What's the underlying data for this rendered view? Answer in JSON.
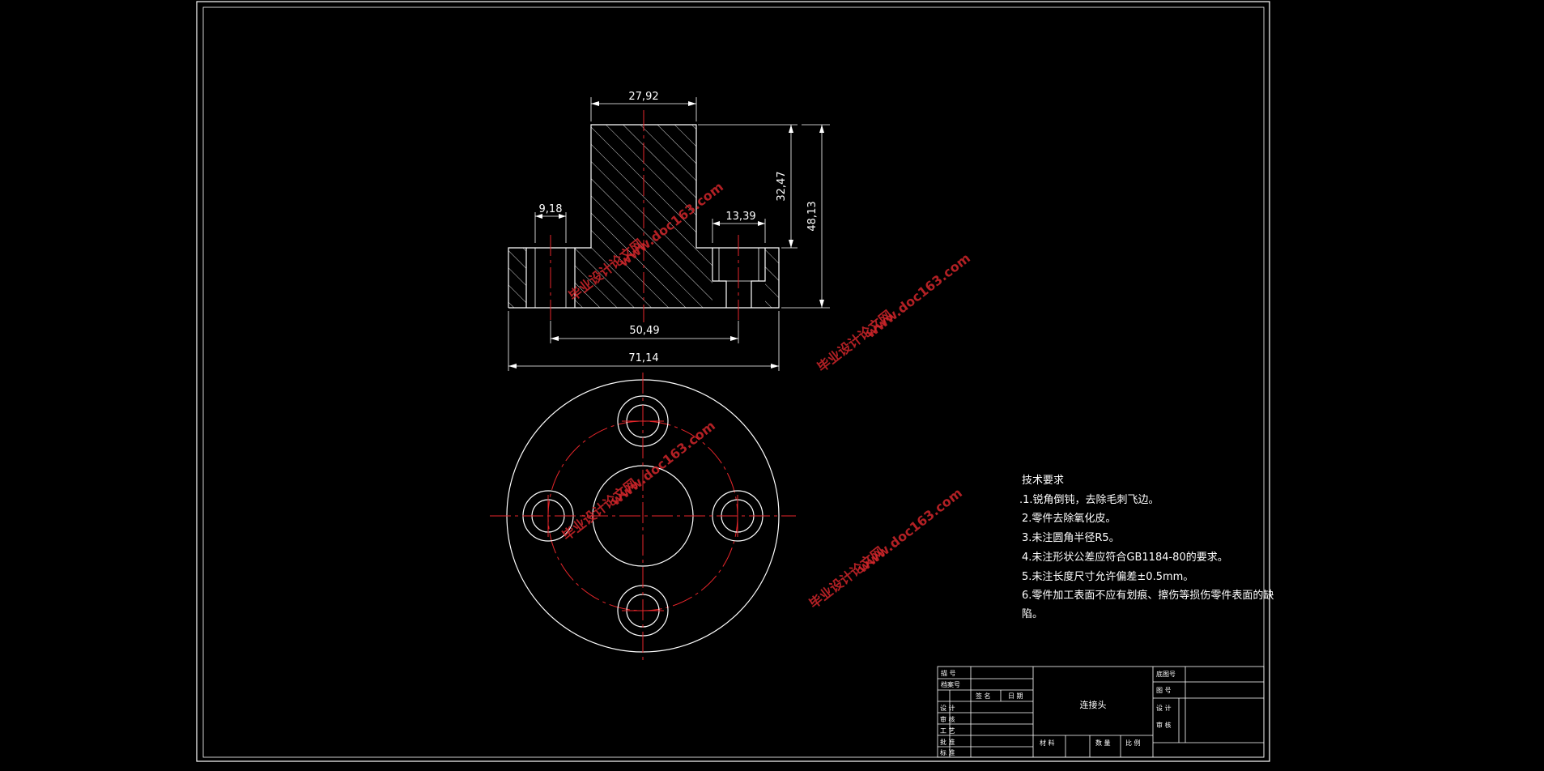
{
  "dimensions": {
    "top_width": "27,92",
    "hole_dia_left": "9,18",
    "counterbore_right": "13,39",
    "step_height": "32,47",
    "total_height": "48,13",
    "hole_spacing": "50,49",
    "overall_width": "71,14"
  },
  "notes": {
    "heading": "技术要求",
    "items": [
      ".1.锐角倒钝，去除毛刺飞边。",
      "2.零件去除氧化皮。",
      "3.未注圆角半径R5。",
      "4.未注形状公差应符合GB1184-80的要求。",
      "5.未注长度尺寸允许偏差±0.5mm。",
      "6.零件加工表面不应有划痕、擦伤等损伤零件表面的缺",
      "陷。"
    ]
  },
  "title_block": {
    "part_name": "连接头",
    "left_labels": [
      "描 号",
      "档案号",
      "设 计",
      "审 核",
      "工 艺",
      "批 准",
      "标 准"
    ],
    "change_labels": [
      "签 名",
      "日 期"
    ],
    "bottom_labels": [
      "材 料",
      "数 量",
      "比 例"
    ],
    "right_labels": [
      "底图号",
      "图 号",
      "设 计",
      "审 核"
    ]
  },
  "watermarks": [
    "毕业设计论文网",
    "www.doc163.com"
  ],
  "colors": {
    "background": "#000000",
    "line": "#ffffff",
    "centerline": "#e8262b",
    "watermark": "#d2262b"
  }
}
